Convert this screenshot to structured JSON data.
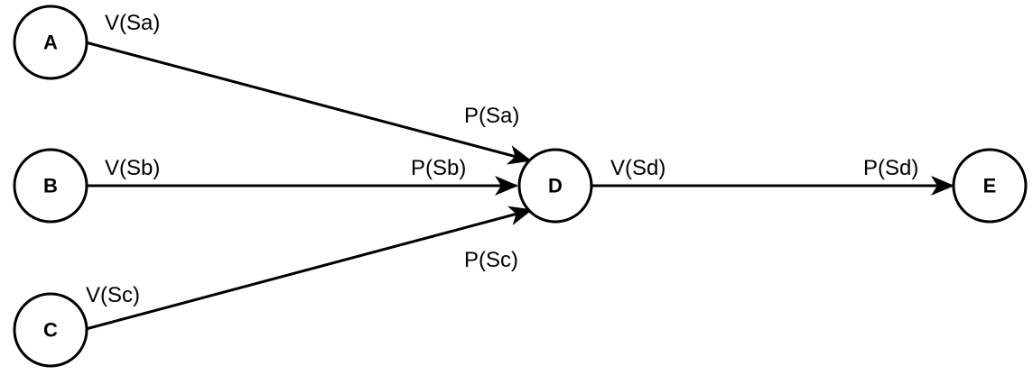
{
  "nodes": {
    "a": "A",
    "b": "B",
    "c": "C",
    "d": "D",
    "e": "E"
  },
  "edges": {
    "a_d": {
      "source_label": "V(Sa)",
      "target_label": "P(Sa)"
    },
    "b_d": {
      "source_label": "V(Sb)",
      "target_label": "P(Sb)"
    },
    "c_d": {
      "source_label": "V(Sc)",
      "target_label": "P(Sc)"
    },
    "d_e": {
      "source_label": "V(Sd)",
      "target_label": "P(Sd)"
    }
  },
  "colors": {
    "stroke": "#000000",
    "background": "#ffffff"
  }
}
